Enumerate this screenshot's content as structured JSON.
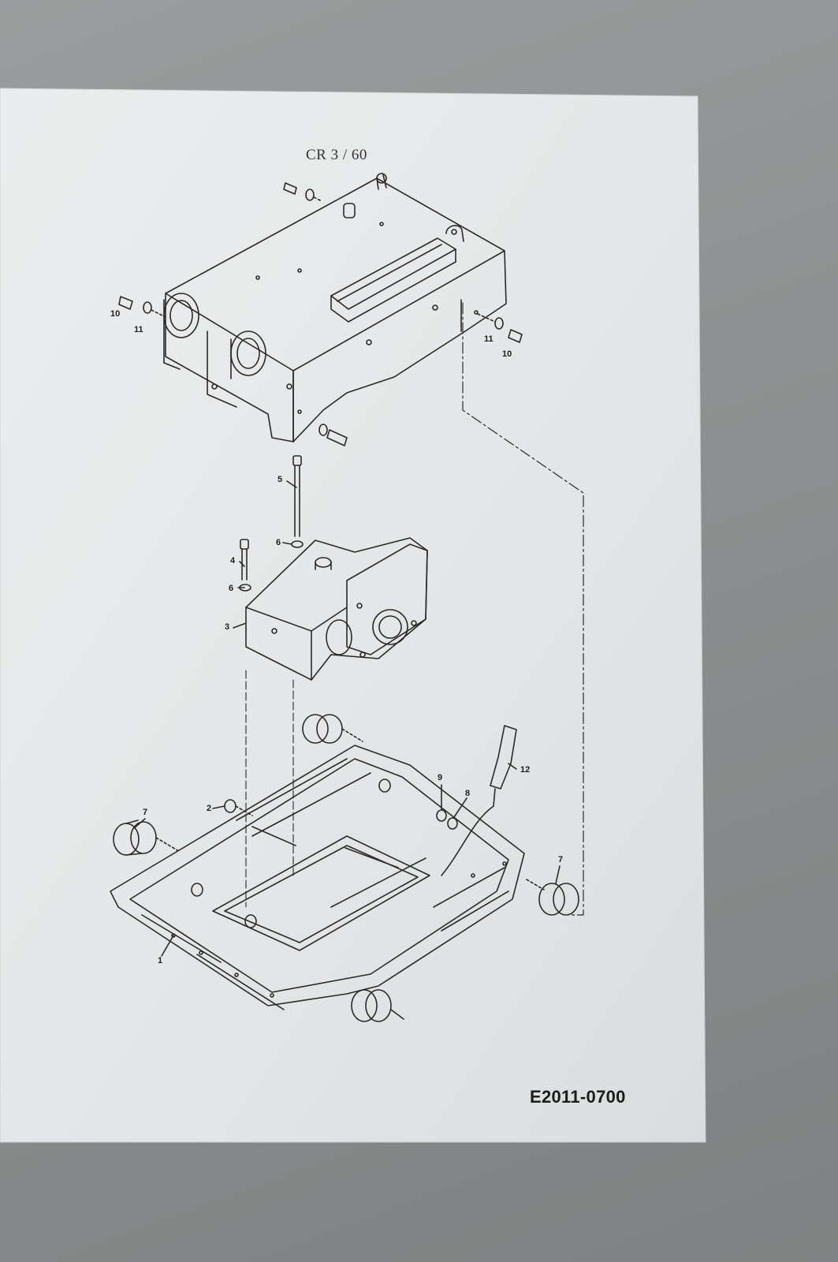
{
  "drawing": {
    "caption": "CR 3 / 60",
    "document_number": "E2011-0700"
  },
  "callouts": [
    {
      "id": "part-1",
      "text": "1"
    },
    {
      "id": "part-2",
      "text": "2"
    },
    {
      "id": "part-3",
      "text": "3"
    },
    {
      "id": "part-4",
      "text": "4"
    },
    {
      "id": "part-5",
      "text": "5"
    },
    {
      "id": "part-6a",
      "text": "6"
    },
    {
      "id": "part-6b",
      "text": "6"
    },
    {
      "id": "part-7a",
      "text": "7"
    },
    {
      "id": "part-7b",
      "text": "7"
    },
    {
      "id": "part-8",
      "text": "8"
    },
    {
      "id": "part-9",
      "text": "9"
    },
    {
      "id": "part-10a",
      "text": "10"
    },
    {
      "id": "part-10b",
      "text": "10"
    },
    {
      "id": "part-11a",
      "text": "11"
    },
    {
      "id": "part-11b",
      "text": "11"
    },
    {
      "id": "part-12",
      "text": "12"
    }
  ],
  "colors": {
    "paper": "#e9ebec",
    "ink": "#2a2a2a",
    "background": "#8a8c8d"
  }
}
